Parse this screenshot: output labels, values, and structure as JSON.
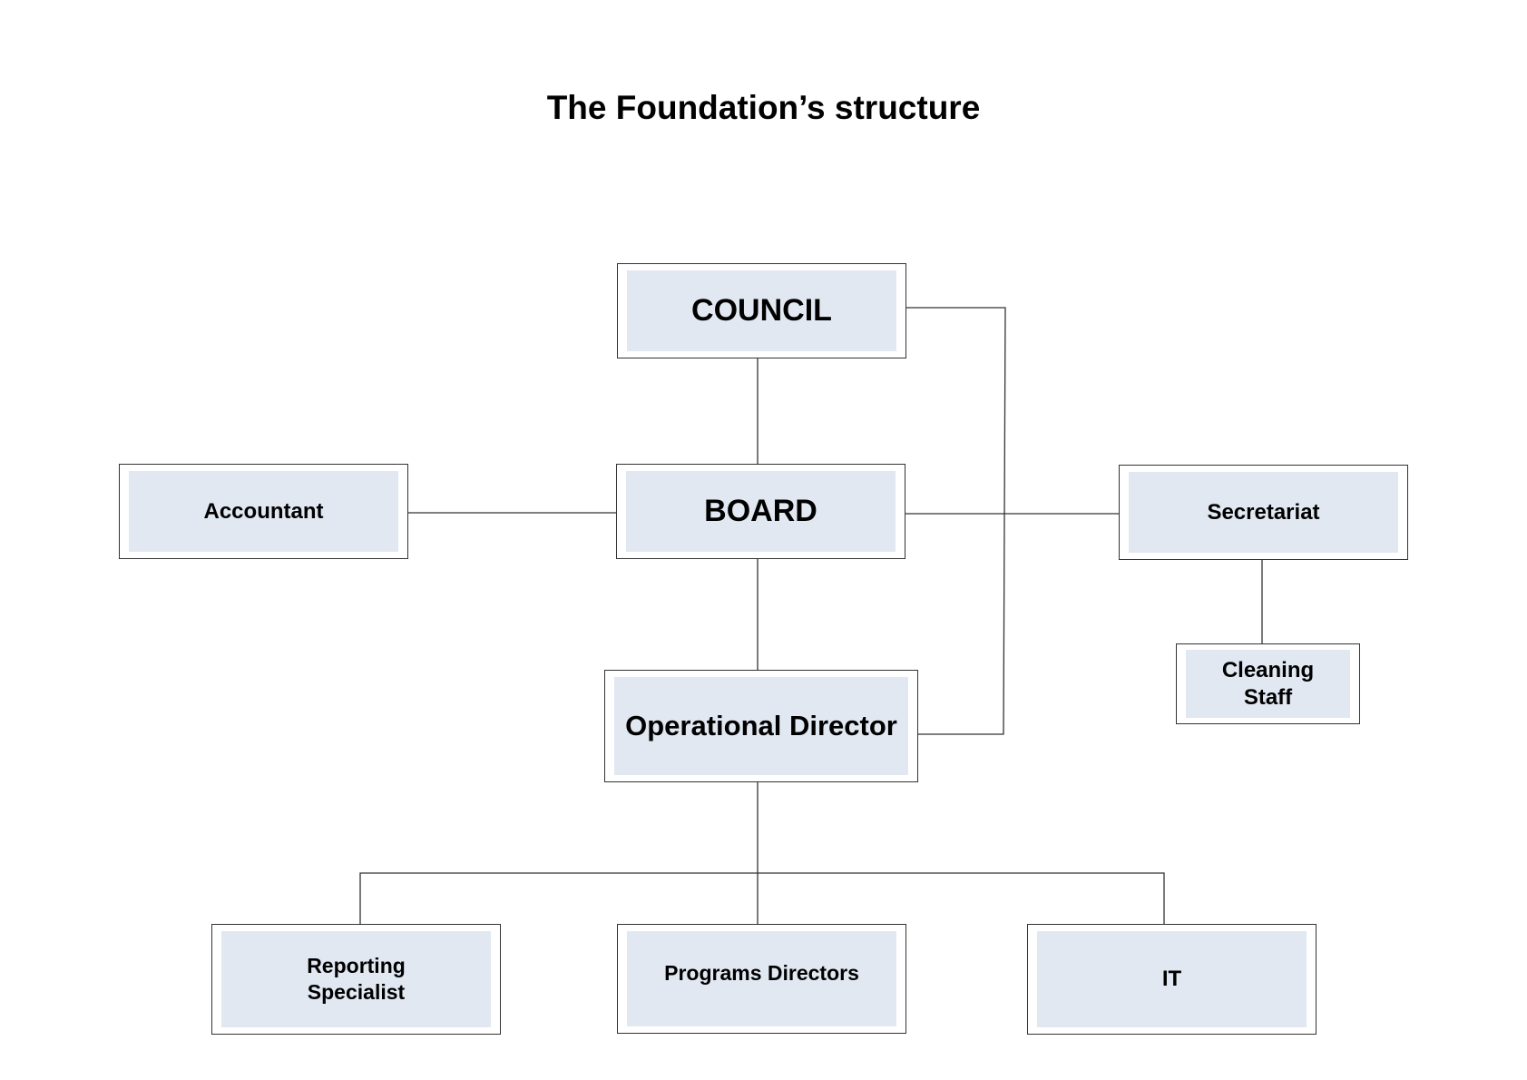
{
  "title": "The Foundation’s structure",
  "nodes": {
    "council": "COUNCIL",
    "board": "BOARD",
    "accountant": "Accountant",
    "secretariat": "Secretariat",
    "cleaning_staff": "Cleaning Staff",
    "operational_director": "Operational Director",
    "reporting_specialist": "Reporting Specialist",
    "programs_directors": "Programs Directors",
    "it": "IT"
  },
  "colors": {
    "box_fill": "#e1e8f2",
    "box_border": "#333333",
    "connector": "#333333"
  }
}
